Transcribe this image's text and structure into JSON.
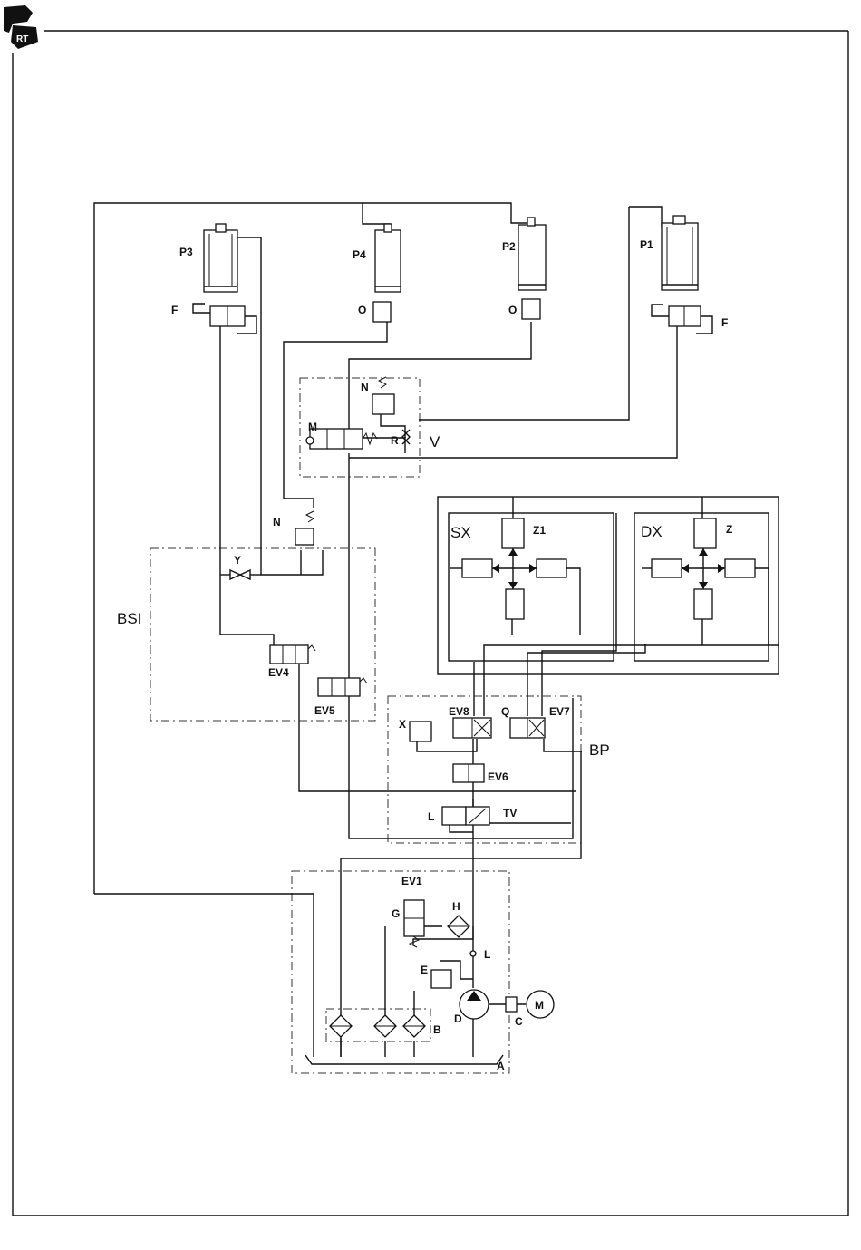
{
  "labels": {
    "P3": "P3",
    "P4": "P4",
    "P2": "P2",
    "P1": "P1",
    "F_left": "F",
    "F_right": "F",
    "O_left": "O",
    "O_right": "O",
    "N_top": "N",
    "N_mid": "N",
    "M": "M",
    "R": "R",
    "V": "V",
    "Y": "Y",
    "BSI": "BSI",
    "EV4": "EV4",
    "EV5": "EV5",
    "SX": "SX",
    "DX": "DX",
    "Z1": "Z1",
    "Z": "Z",
    "X": "X",
    "EV8": "EV8",
    "Q": "Q",
    "EV7": "EV7",
    "BP": "BP",
    "EV6": "EV6",
    "L_valve": "L",
    "TV": "TV",
    "EV1": "EV1",
    "G": "G",
    "H": "H",
    "L_pump": "L",
    "E": "E",
    "M_motor": "M",
    "D": "D",
    "C": "C",
    "B": "B",
    "A": "A"
  },
  "logo": "RT"
}
